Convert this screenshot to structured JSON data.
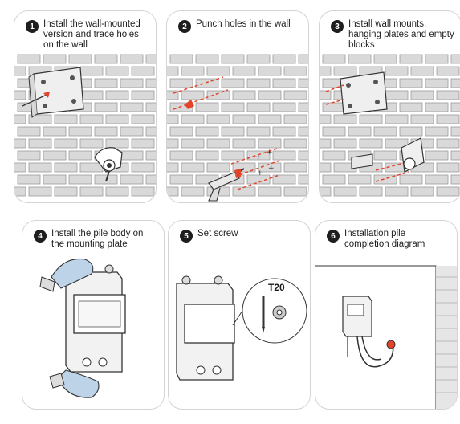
{
  "steps": [
    {
      "number": "1",
      "text": "Install the wall-mounted version and trace holes on the wall"
    },
    {
      "number": "2",
      "text": "Punch holes in the wall"
    },
    {
      "number": "3",
      "text": "Install wall mounts, hanging plates and empty blocks"
    },
    {
      "number": "4",
      "text": "Install the pile body on the mounting plate"
    },
    {
      "number": "5",
      "text": "Set screw"
    },
    {
      "number": "6",
      "text": "Installation pile completion diagram"
    }
  ],
  "tool_label": "T20",
  "colors": {
    "mark": "#e2432b",
    "brick_fill": "#d9d9d9",
    "brick_stroke": "#9a9a9a",
    "line": "#333333"
  }
}
